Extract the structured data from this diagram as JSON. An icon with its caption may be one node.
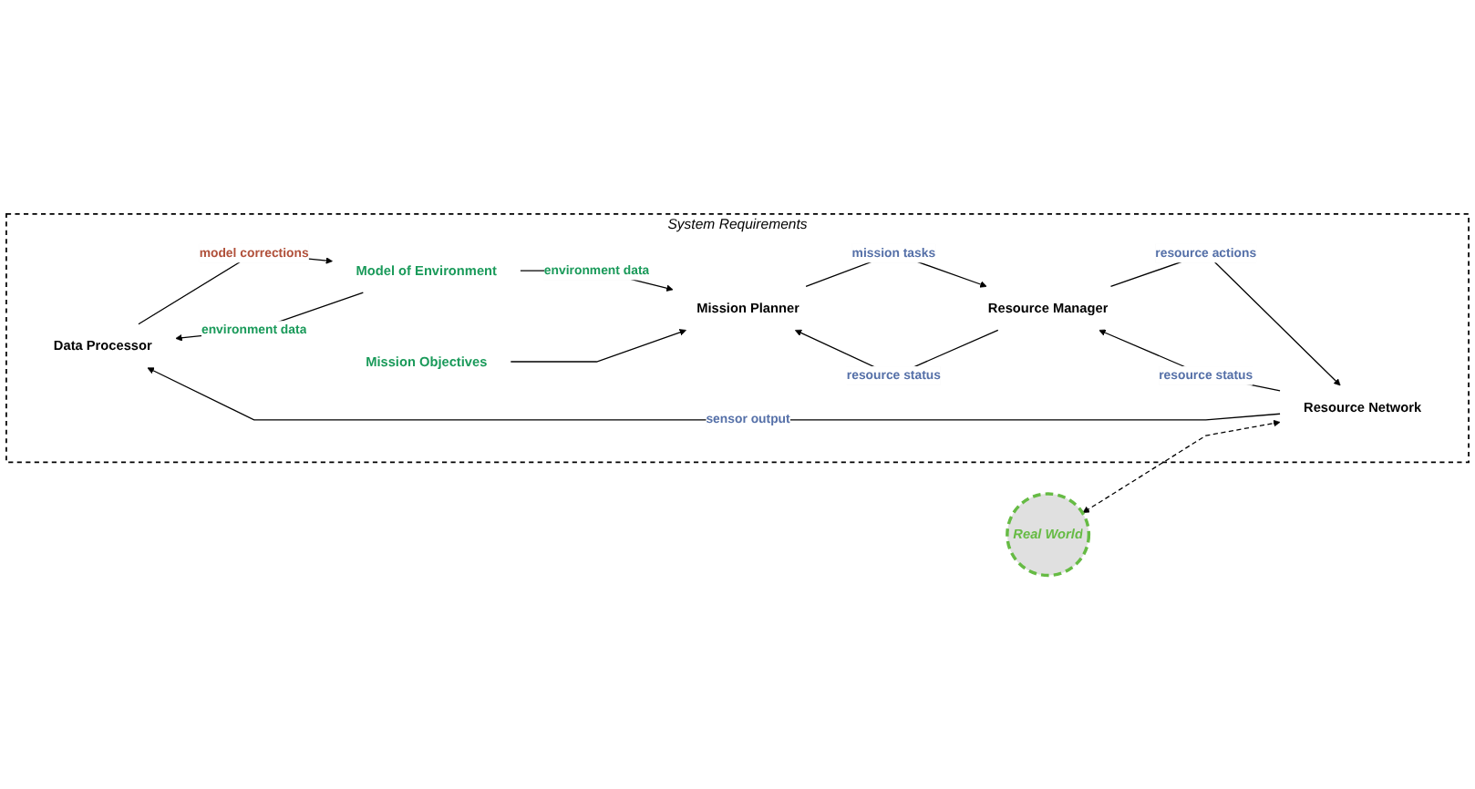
{
  "diagram": {
    "nodes": [
      {
        "text": [
          "System Requirements"
        ]
      },
      {
        "text": [
          "Data Processor"
        ],
        "in": 0
      },
      {
        "text": [
          "Model of Environment"
        ],
        "in": 0
      },
      {
        "text": [
          "Resource Network"
        ],
        "in": 0
      },
      {
        "text": [
          "Mission Planner"
        ],
        "in": 0
      },
      {
        "text": [
          "Resource Manager"
        ],
        "in": 0
      },
      {
        "text": [
          "Mission Objectives"
        ],
        "in": 0
      },
      {
        "text": [
          "Real World"
        ]
      }
    ],
    "edges": [
      {
        "from": 2,
        "to": 1,
        "arrow": "to",
        "label": "environment data"
      },
      {
        "from": 1,
        "to": 2,
        "arrow": "to",
        "label": "model corrections"
      },
      {
        "from": 3,
        "to": 1,
        "arrow": "to",
        "label": "sensor output"
      },
      {
        "from": 3,
        "to": 5,
        "arrow": "to",
        "label": "resource status"
      },
      {
        "from": 5,
        "to": 3,
        "arrow": "to",
        "label": "resource actions"
      },
      {
        "from": 5,
        "to": 4,
        "arrow": "to",
        "label": "resource status"
      },
      {
        "from": 4,
        "to": 5,
        "arrow": "to",
        "label": "mission tasks"
      },
      {
        "from": 2,
        "to": 4,
        "arrow": "to",
        "label": "environment data"
      },
      {
        "from": 6,
        "to": 4,
        "arrow": "to"
      },
      {
        "from": 7,
        "to": 3,
        "arrow": "both",
        "style": "dashed"
      }
    ]
  }
}
